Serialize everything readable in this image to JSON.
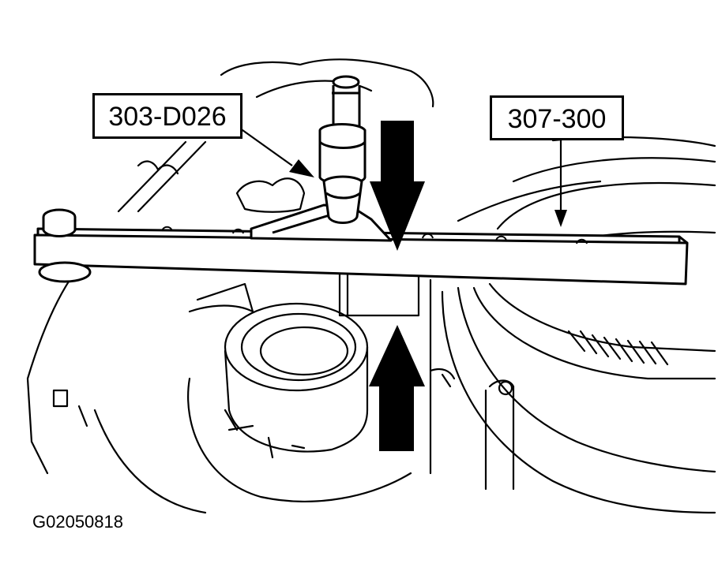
{
  "callouts": {
    "tool_left": "303-D026",
    "tool_right": "307-300"
  },
  "figure_id": "G02050818",
  "colors": {
    "ink": "#000000",
    "paper": "#ffffff"
  }
}
